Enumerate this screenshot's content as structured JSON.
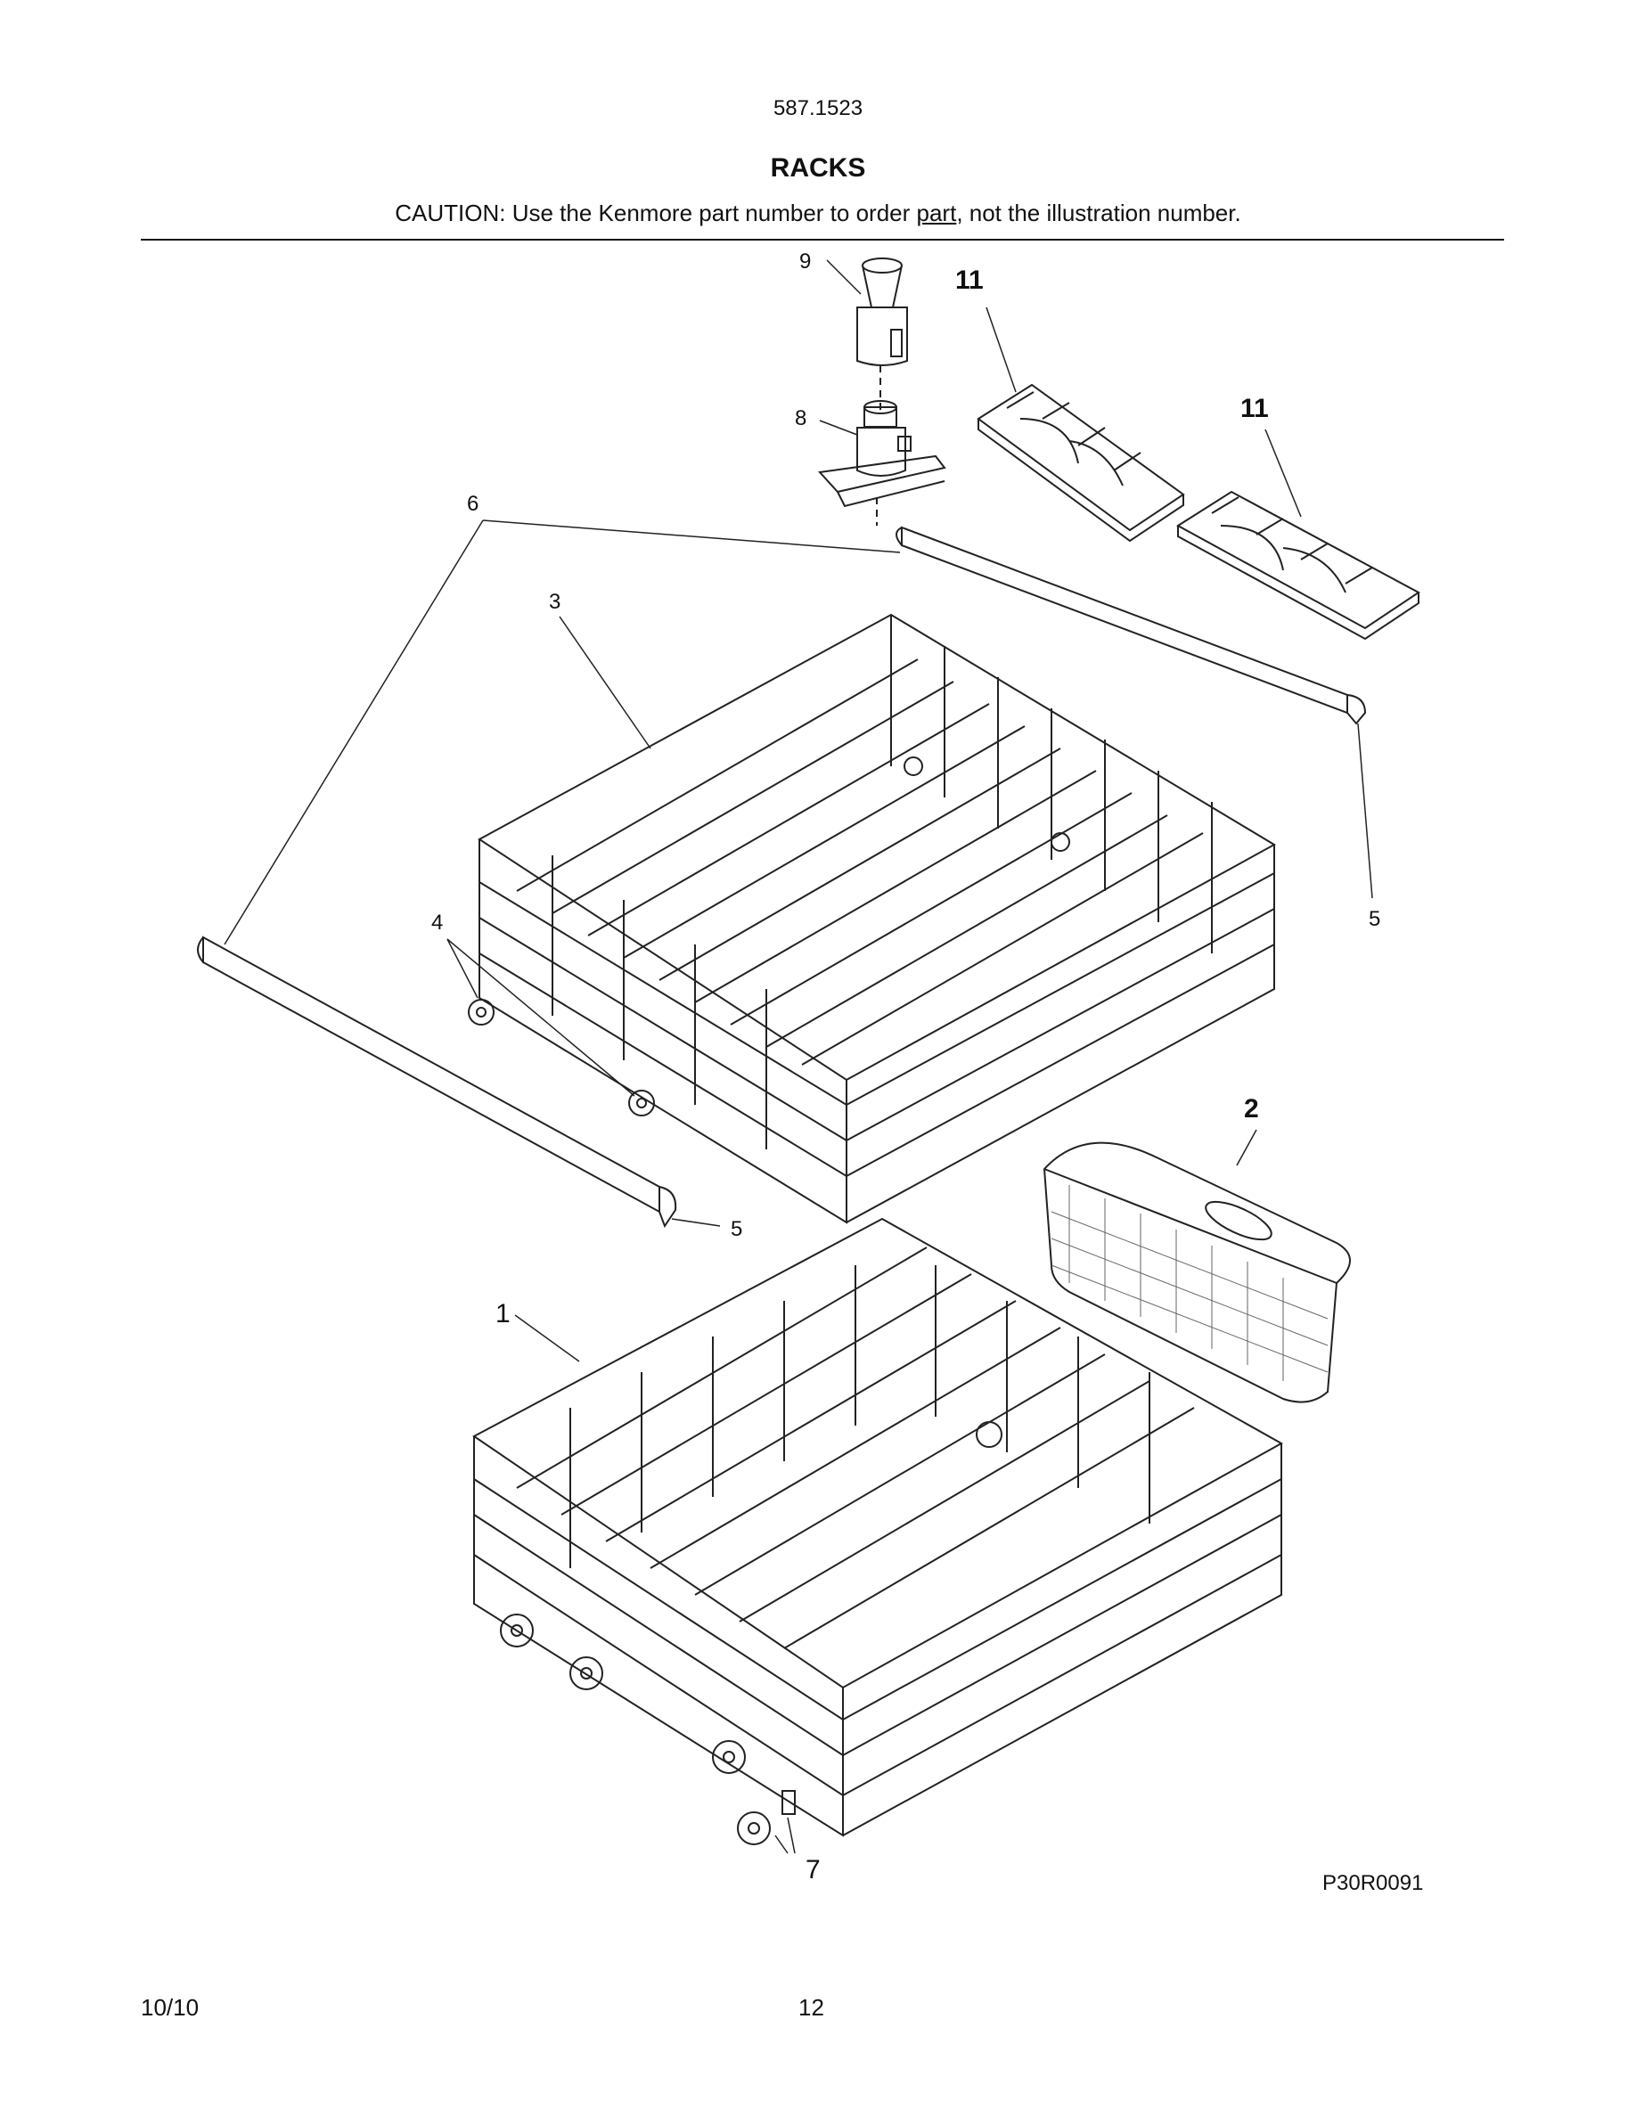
{
  "header": {
    "model_number": "587.1523",
    "title": "RACKS",
    "caution_prefix": "CAUTION: Use the Kenmore part number to order ",
    "caution_underlined": "part",
    "caution_suffix": ", not the illustration number."
  },
  "callouts": {
    "c1": "1",
    "c2": "2",
    "c3": "3",
    "c4": "4",
    "c5a": "5",
    "c5b": "5",
    "c6": "6",
    "c7": "7",
    "c8": "8",
    "c9": "9",
    "c11a": "11",
    "c11b": "11"
  },
  "figure_code": "P30R0091",
  "footer": {
    "date": "10/10",
    "page_number": "12"
  }
}
